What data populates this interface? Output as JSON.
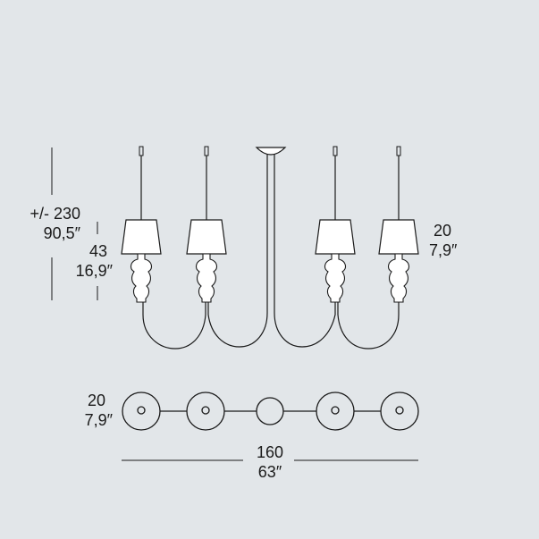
{
  "dimensions": {
    "total_height_cm": "+/- 230",
    "total_height_in": "90,5″",
    "body_height_cm": "43",
    "body_height_in": "16,9″",
    "shade_diameter_cm": "20",
    "shade_diameter_in": "7,9″",
    "base_diameter_cm": "20",
    "base_diameter_in": "7,9″",
    "total_width_cm": "160",
    "total_width_in": "63″"
  },
  "colors": {
    "background": "#e2e6e9",
    "line": "#1a1a1a",
    "shade_fill": "#ffffff"
  }
}
